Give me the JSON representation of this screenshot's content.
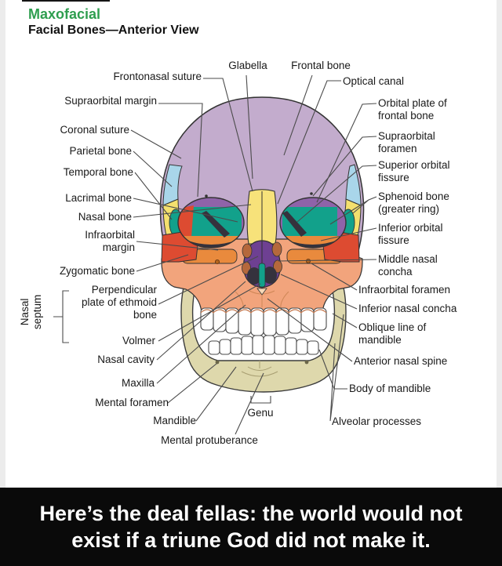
{
  "title": {
    "brand": "Maxofacial",
    "heading": "Facial Bones—Anterior View"
  },
  "caption": {
    "line1": "Here’s the deal fellas: the world would not",
    "line2": "exist if a triune God did not make it."
  },
  "diagram": {
    "top_labels": [
      "Glabella",
      "Frontal bone"
    ],
    "left_labels": [
      "Frontonasal suture",
      "Supraorbital margin",
      "Coronal suture",
      "Parietal bone",
      "Temporal bone",
      "Lacrimal bone",
      "Nasal bone",
      "Infraorbital margin",
      "Zygomatic bone",
      "Perpendicular plate of ethmoid bone",
      "Volmer",
      "Nasal cavity",
      "Maxilla",
      "Mental foramen",
      "Mandible",
      "Mental protuberance"
    ],
    "right_labels": [
      "Optical canal",
      "Orbital plate of frontal bone",
      "Supraorbital foramen",
      "Superior orbital fissure",
      "Sphenoid bone (greater ring)",
      "Inferior orbital fissure",
      "Middle nasal concha",
      "Infraorbital foramen",
      "Inferior nasal concha",
      "Oblique line of mandible",
      "Anterior nasal spine",
      "Body of mandible",
      "Alveolar processes"
    ],
    "group_label": "Nasal septum",
    "chin_label": "Genu"
  },
  "colors": {
    "brand_green": "#2e9e4f",
    "caption_bg": "#0a0a0a",
    "caption_text": "#ffffff",
    "frontal_bone": "#c3accd",
    "parietal_bone": "#a9d6ea",
    "temporal_bone": "#f4e06e",
    "sphenoid_bone": "#12a18b",
    "zygomatic_red": "#dd4b31",
    "orbit_orange": "#e98a3d",
    "maxilla_salmon": "#f2a47c",
    "orbit_purple": "#8f63a9",
    "nasal_purple": "#6e4092",
    "concha_brown": "#b5683c",
    "vomer_teal": "#12a18b",
    "nasal_bone_yellow": "#f7e27a",
    "mandible_khaki": "#ded8ac",
    "fissure_dark": "#35323d",
    "tooth_white": "#ffffff"
  }
}
